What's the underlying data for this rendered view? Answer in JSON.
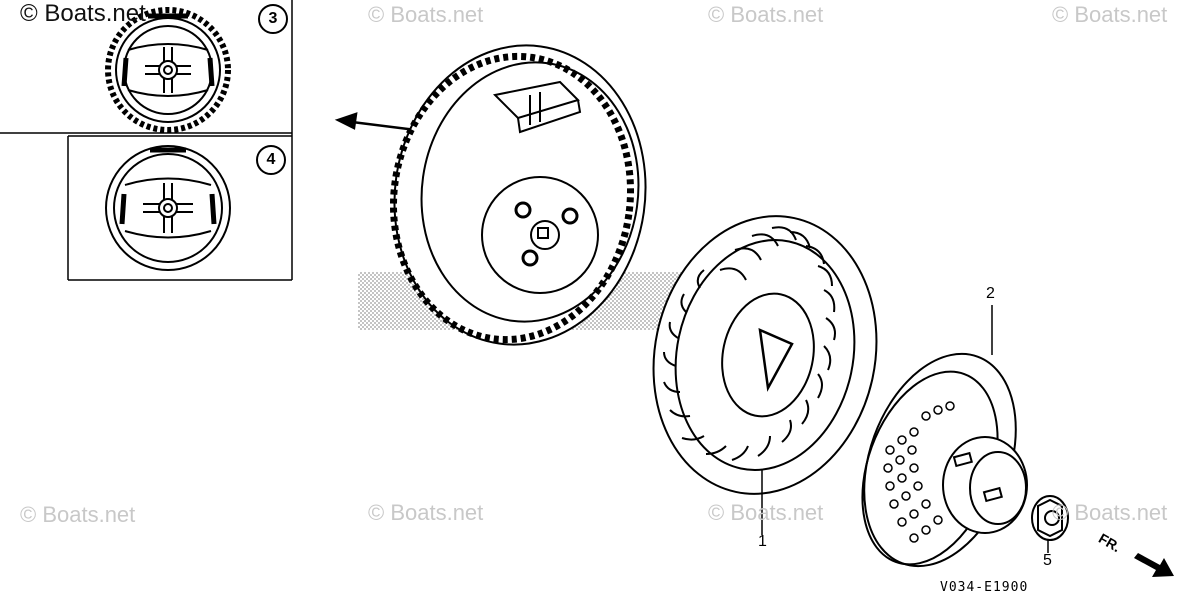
{
  "watermarks": {
    "primary": "© Boats.net",
    "repeat": "© Boats.net"
  },
  "callouts": {
    "part_1": "1",
    "part_2": "2",
    "part_5": "5",
    "variant_3": "3",
    "variant_4": "4"
  },
  "diagram_code": "V034-E1900",
  "direction_label": "FR.",
  "colors": {
    "line": "#000000",
    "background": "#ffffff",
    "watermark": "#c8c8c8",
    "stipple": "#b0b0b0"
  },
  "icons": {
    "front_arrow": "arrow-right-down-icon"
  }
}
